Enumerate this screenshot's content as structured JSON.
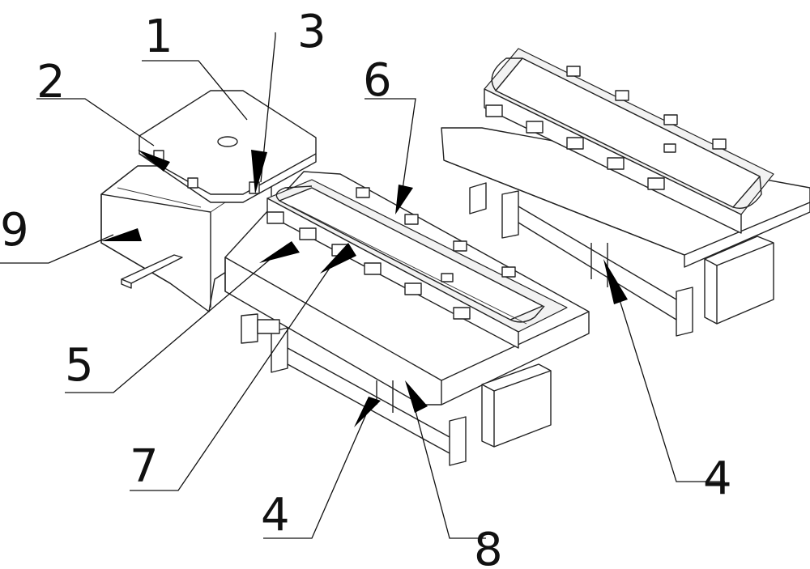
{
  "labels": {
    "n1": "1",
    "n2": "2",
    "n3": "3",
    "n4a": "4",
    "n4b": "4",
    "n5": "5",
    "n6": "6",
    "n7": "7",
    "n8": "8",
    "n9": "9"
  }
}
